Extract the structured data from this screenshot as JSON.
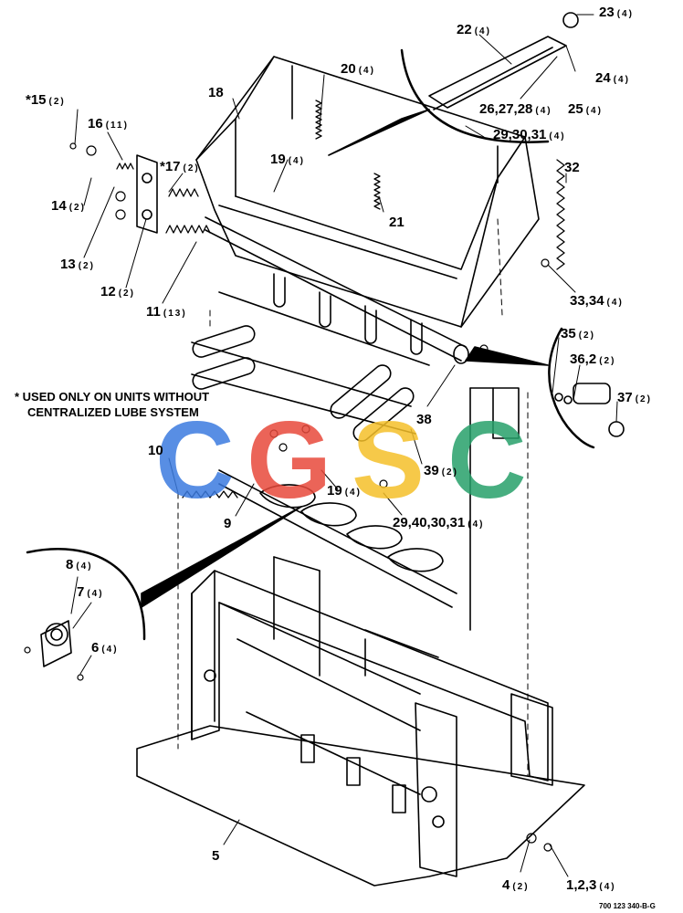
{
  "note": {
    "line1": "* USED ONLY ON UNITS WITHOUT",
    "line2": "CENTRALIZED LUBE SYSTEM"
  },
  "drawing_code": "700 123 340-B-G",
  "watermark": {
    "text": "CGSC",
    "colors": [
      "#3b7be0",
      "#e8493b",
      "#f5c02a",
      "#27a06b"
    ]
  },
  "callouts": [
    {
      "id": "c23",
      "num": "23",
      "qty": "(4)"
    },
    {
      "id": "c22",
      "num": "22",
      "qty": "(4)"
    },
    {
      "id": "c24",
      "num": "24",
      "qty": "(4)"
    },
    {
      "id": "c26",
      "num": "26,27,28",
      "qty": "(4)"
    },
    {
      "id": "c25",
      "num": "25",
      "qty": "(4)"
    },
    {
      "id": "c29a",
      "num": "29,30,31",
      "qty": "(4)"
    },
    {
      "id": "c20",
      "num": "20",
      "qty": "(4)"
    },
    {
      "id": "c18",
      "num": "18",
      "qty": ""
    },
    {
      "id": "c15",
      "num": "*15",
      "qty": "(2)"
    },
    {
      "id": "c16",
      "num": "16",
      "qty": "(11)"
    },
    {
      "id": "c17",
      "num": "*17",
      "qty": "(2)"
    },
    {
      "id": "c19a",
      "num": "19",
      "qty": "(4)"
    },
    {
      "id": "c32",
      "num": "32",
      "qty": ""
    },
    {
      "id": "c14",
      "num": "14",
      "qty": "(2)"
    },
    {
      "id": "c21",
      "num": "21",
      "qty": ""
    },
    {
      "id": "c13",
      "num": "13",
      "qty": "(2)"
    },
    {
      "id": "c12",
      "num": "12",
      "qty": "(2)"
    },
    {
      "id": "c33",
      "num": "33,34",
      "qty": "(4)"
    },
    {
      "id": "c11",
      "num": "11",
      "qty": "(13)"
    },
    {
      "id": "c35",
      "num": "35",
      "qty": "(2)"
    },
    {
      "id": "c36",
      "num": "36,2",
      "qty": "(2)"
    },
    {
      "id": "c37",
      "num": "37",
      "qty": "(2)"
    },
    {
      "id": "c38",
      "num": "38",
      "qty": ""
    },
    {
      "id": "c10",
      "num": "10",
      "qty": ""
    },
    {
      "id": "c39",
      "num": "39",
      "qty": "(2)"
    },
    {
      "id": "c19b",
      "num": "19",
      "qty": "(4)"
    },
    {
      "id": "c9",
      "num": "9",
      "qty": ""
    },
    {
      "id": "c29b",
      "num": "29,40,30,31",
      "qty": "(4)"
    },
    {
      "id": "c8",
      "num": "8",
      "qty": "(4)"
    },
    {
      "id": "c7",
      "num": "7",
      "qty": "(4)"
    },
    {
      "id": "c6",
      "num": "6",
      "qty": "(4)"
    },
    {
      "id": "c5",
      "num": "5",
      "qty": ""
    },
    {
      "id": "c4",
      "num": "4",
      "qty": "(2)"
    },
    {
      "id": "c1",
      "num": "1,2,3",
      "qty": "(4)"
    }
  ]
}
